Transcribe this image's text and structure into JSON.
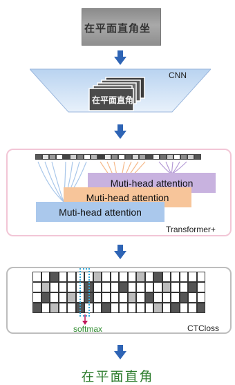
{
  "input_image": {
    "text": "在平面直角坐"
  },
  "cnn": {
    "label": "CNN",
    "feature_text": "在平面直角"
  },
  "transformer": {
    "label": "Transformer+",
    "attention_boxes": [
      "Muti-head attention",
      "Muti-head attention",
      "Muti-head attention"
    ],
    "token_shades": [
      "#5a5a5a",
      "#e0e0e0",
      "#9a9a9a",
      "#ffffff",
      "#444444",
      "#cfcfcf",
      "#7e7e7e",
      "#ffffff",
      "#b5b5b5",
      "#3c3c3c",
      "#e8e8e8",
      "#8c8c8c",
      "#ffffff",
      "#5e5e5e",
      "#d6d6d6",
      "#a2a2a2",
      "#4a4a4a",
      "#f2f2f2",
      "#707070",
      "#c4c4c4",
      "#ffffff",
      "#8a8a8a",
      "#d0d0d0",
      "#555555"
    ]
  },
  "ctc": {
    "label": "CTCloss",
    "softmax_label": "softmax",
    "grid": [
      [
        "#ffffff",
        "#ffffff",
        "#555555",
        "#ffffff",
        "#ffffff",
        "#ffffff",
        "#ffffff",
        "#bdbdbd",
        "#ffffff",
        "#ffffff",
        "#ffffff",
        "#ffffff",
        "#bdbdbd",
        "#ffffff",
        "#555555",
        "#ffffff",
        "#ffffff",
        "#ffffff",
        "#ffffff",
        "#ffffff"
      ],
      [
        "#ffffff",
        "#bdbdbd",
        "#ffffff",
        "#ffffff",
        "#ffffff",
        "#ffffff",
        "#555555",
        "#ffffff",
        "#ffffff",
        "#ffffff",
        "#555555",
        "#ffffff",
        "#ffffff",
        "#ffffff",
        "#ffffff",
        "#bdbdbd",
        "#ffffff",
        "#ffffff",
        "#555555",
        "#ffffff"
      ],
      [
        "#ffffff",
        "#555555",
        "#ffffff",
        "#ffffff",
        "#bdbdbd",
        "#ffffff",
        "#555555",
        "#ffffff",
        "#ffffff",
        "#ffffff",
        "#ffffff",
        "#bdbdbd",
        "#ffffff",
        "#555555",
        "#ffffff",
        "#ffffff",
        "#ffffff",
        "#555555",
        "#ffffff",
        "#ffffff"
      ],
      [
        "#555555",
        "#ffffff",
        "#bdbdbd",
        "#ffffff",
        "#ffffff",
        "#555555",
        "#ffffff",
        "#ffffff",
        "#555555",
        "#ffffff",
        "#ffffff",
        "#ffffff",
        "#ffffff",
        "#ffffff",
        "#bdbdbd",
        "#ffffff",
        "#555555",
        "#ffffff",
        "#ffffff",
        "#555555"
      ]
    ]
  },
  "output": {
    "text": "在平面直角"
  },
  "colors": {
    "arrow": "#2e64b5",
    "softmax_arrow": "#c0185a",
    "selector": "#30a8d8"
  }
}
